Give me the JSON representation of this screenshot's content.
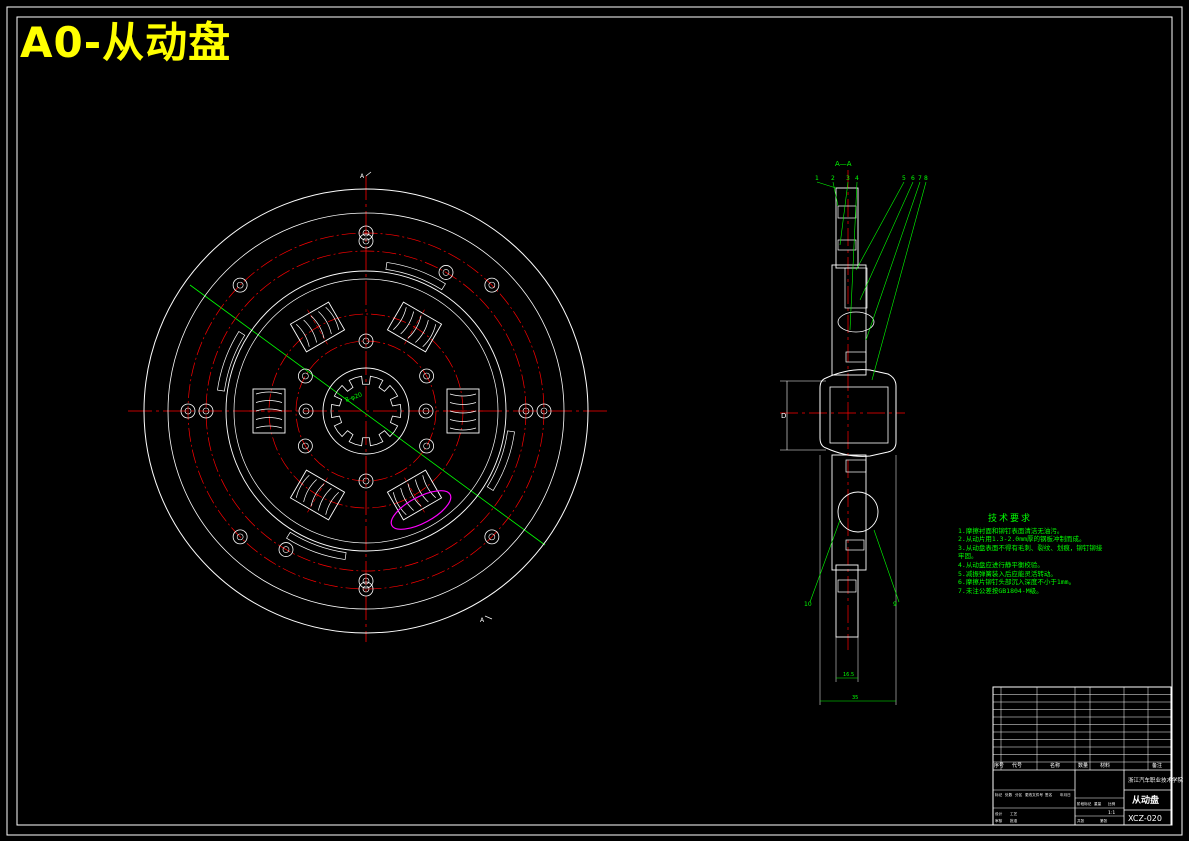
{
  "title": "A0-从动盘",
  "section_label": "A—A",
  "callouts_top": [
    "1",
    "2",
    "3",
    "4",
    "5",
    "6",
    "7",
    "8"
  ],
  "callouts_bottom": [
    "10",
    "9"
  ],
  "dims": {
    "spline_note": "8-φ20",
    "thickness_1": "16.5",
    "thickness_2": "35",
    "hub_dim": "D"
  },
  "tech_requirements": {
    "heading": "技术要求",
    "items": [
      "1.摩擦衬面和铆钉表面清洁无油污。",
      "2.从动片用1.3-2.0mm厚的钢板冲制而成。",
      "3.从动盘表面不得有毛刺、裂纹、划痕，铆钉铆接",
      "牢固。",
      "4.从动盘应进行静平衡校验。",
      "5.减振弹簧装入后应能灵活转动。",
      "6.摩擦片铆钉头部沉入深度不小于1mm。",
      "7.未注公差按GB1804-M级。"
    ]
  },
  "title_block": {
    "header": [
      "序号",
      "代号",
      "名称",
      "数量",
      "材料",
      "备注"
    ],
    "unit": "浙江汽车职业技术学院",
    "drawing_name": "从动盘",
    "drawing_no": "XCZ-020",
    "signature_labels": [
      "标记",
      "处数",
      "分区",
      "更改文件号",
      "签名",
      "年月日",
      "设计",
      "审核",
      "工艺",
      "批准",
      "阶段标记",
      "重量",
      "比例",
      "共张",
      "第张"
    ],
    "scale": "1:1"
  },
  "colors": {
    "background": "#000000",
    "outline": "#ffffff",
    "centerline": "#ff0000",
    "dimension": "#00ff00",
    "highlight": "#ff00ff",
    "title": "#ffff00"
  }
}
